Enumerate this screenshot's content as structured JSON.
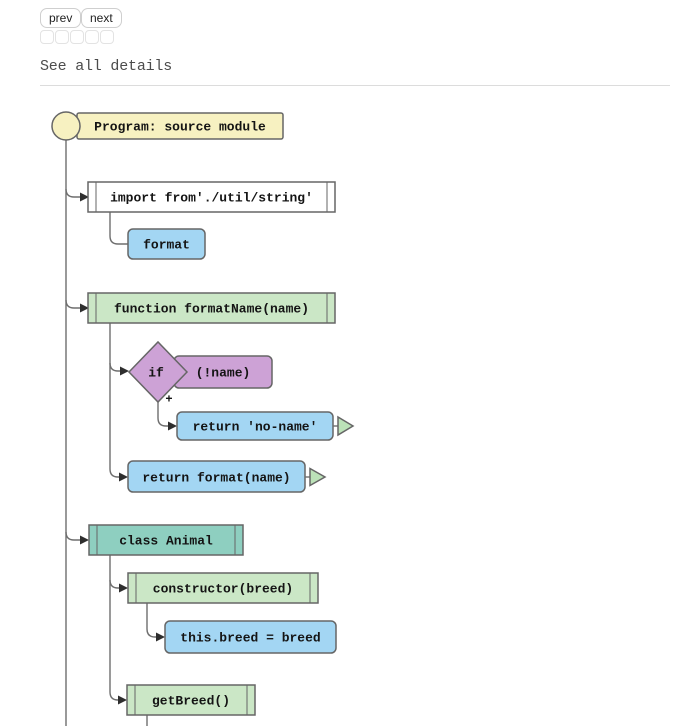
{
  "toolbar": {
    "prev_label": "prev",
    "next_label": "next",
    "square_count": 5
  },
  "details": {
    "label": "See all details"
  },
  "colors": {
    "root_fill": "#f7f1c1",
    "import_fill": "#ffffff",
    "call_fill": "#a3d6f3",
    "function_fill": "#cbe7c6",
    "class_fill": "#8ecfc0",
    "conditional_fill": "#cda2d6",
    "return_arrow_fill": "#bce2b8",
    "shape_stroke": "#666666",
    "line_color": "#6e6e6e",
    "text_color": "#141414"
  },
  "flowchart": {
    "program": {
      "label": "Program: source module"
    },
    "import": {
      "label": "import from'./util/string'",
      "named_import": {
        "label": "format"
      }
    },
    "function": {
      "label": "function formatName(name)",
      "if": {
        "keyword": "if",
        "condition": "(!name)",
        "positive_branch_mark": "+",
        "consequent_return": {
          "label": "return 'no-name'"
        }
      },
      "return": {
        "label": "return format(name)"
      }
    },
    "class": {
      "label": "class Animal",
      "constructor": {
        "label": "constructor(breed)",
        "assignment": {
          "label": "this.breed = breed"
        }
      },
      "method": {
        "label": "getBreed()"
      }
    }
  }
}
